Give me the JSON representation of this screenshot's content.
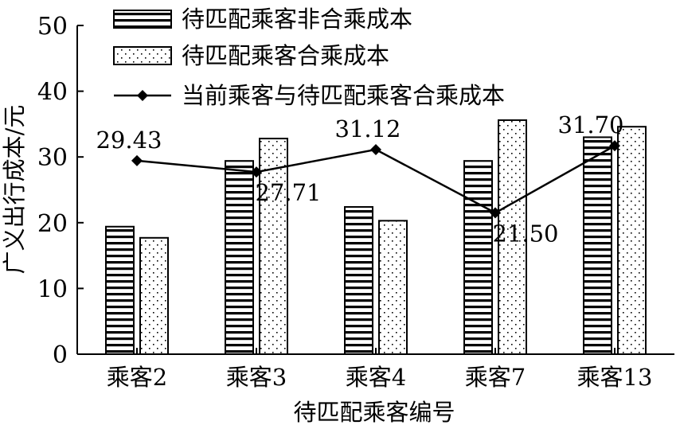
{
  "chart_data": {
    "type": "bar",
    "title": "",
    "xlabel": "待匹配乘客编号",
    "ylabel": "广义出行成本/元",
    "ylim": [
      0,
      50
    ],
    "yticks": [
      0,
      10,
      20,
      30,
      40,
      50
    ],
    "categories": [
      "乘客2",
      "乘客3",
      "乘客4",
      "乘客7",
      "乘客13"
    ],
    "series": [
      {
        "name": "待匹配乘客非合乘成本",
        "type": "bar",
        "pattern": "horizontal-stripes",
        "values": [
          19.4,
          29.4,
          22.4,
          29.4,
          33.0
        ]
      },
      {
        "name": "待匹配乘客合乘成本",
        "type": "bar",
        "pattern": "dots",
        "values": [
          17.7,
          32.8,
          20.3,
          35.6,
          34.6
        ]
      },
      {
        "name": "当前乘客与待匹配乘客合乘成本",
        "type": "line",
        "marker": "diamond",
        "values": [
          29.43,
          27.71,
          31.12,
          21.5,
          31.7
        ],
        "labels": [
          "29.43",
          "27.71",
          "31.12",
          "21.50",
          "31.70"
        ]
      }
    ],
    "legend_position": "top-left",
    "grid": false
  }
}
